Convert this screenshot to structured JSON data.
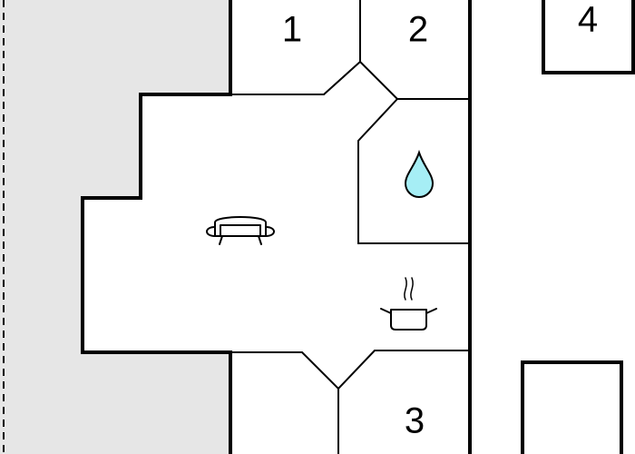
{
  "floorplan": {
    "rooms": [
      {
        "id": "room-1",
        "label": "1"
      },
      {
        "id": "room-2",
        "label": "2"
      },
      {
        "id": "room-3",
        "label": "3"
      },
      {
        "id": "room-4",
        "label": "4"
      }
    ],
    "icons": {
      "living": "sofa-icon",
      "bathroom": "water-drop-icon",
      "kitchen": "cooking-pot-icon"
    },
    "colors": {
      "outside_area": "#e6e6e6",
      "walls": "#000000",
      "water_drop": "#a6eef5"
    }
  }
}
